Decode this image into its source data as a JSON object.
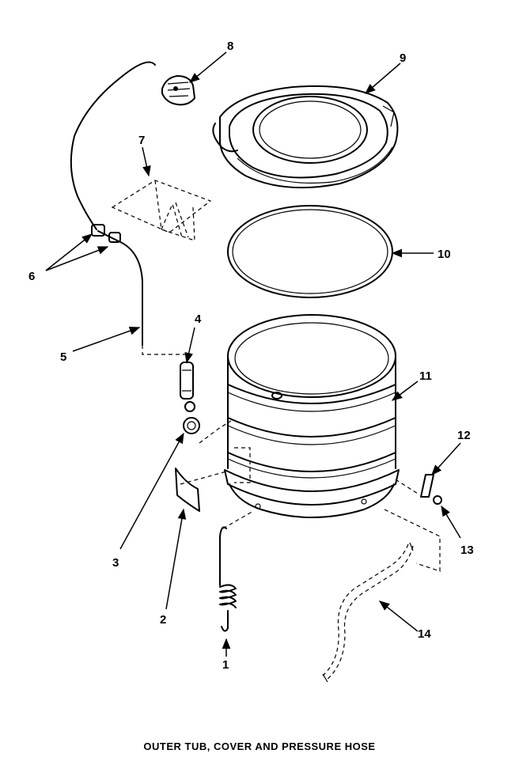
{
  "caption": "OUTER TUB, COVER AND PRESSURE HOSE",
  "callouts": {
    "c1": "1",
    "c2": "2",
    "c3": "3",
    "c4": "4",
    "c5": "5",
    "c6": "6",
    "c7": "7",
    "c8": "8",
    "c9": "9",
    "c10": "10",
    "c11": "11",
    "c12": "12",
    "c13": "13",
    "c14": "14"
  }
}
